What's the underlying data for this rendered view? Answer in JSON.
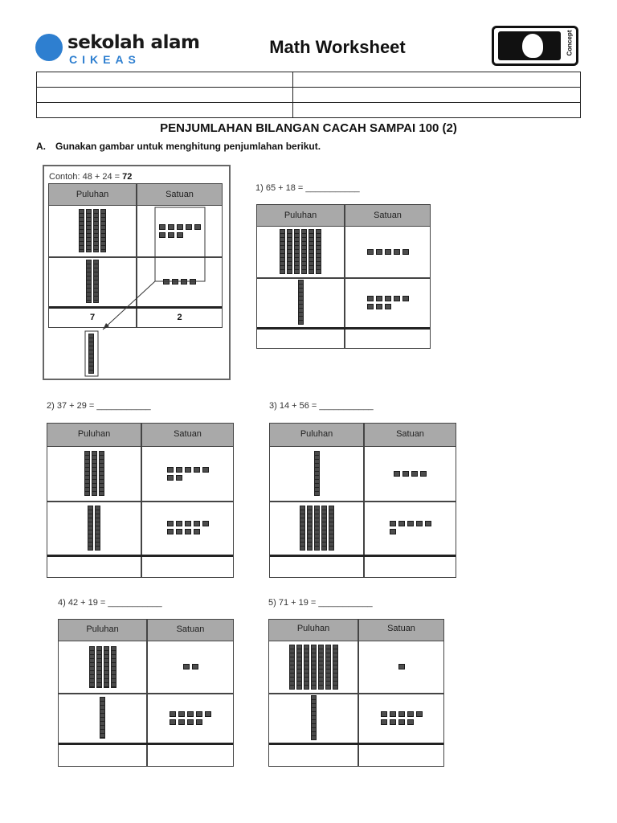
{
  "header": {
    "logo_main": "sekolah alam",
    "logo_sub": "CIKEAS",
    "title": "Math Worksheet",
    "badge_text": "Concept"
  },
  "section_title": "PENJUMLAHAN BILANGAN CACAH SAMPAI 100 (2)",
  "instruction": {
    "letter": "A.",
    "text": "Gunakan gambar untuk menghitung penjumlahan berikut."
  },
  "table_headers": {
    "tens": "Puluhan",
    "ones": "Satuan"
  },
  "example": {
    "label_prefix": "Contoh: 48 + 24 = ",
    "label_answer": "72",
    "row1_tens": 4,
    "row1_ones": 8,
    "row2_tens": 2,
    "row2_ones": 4,
    "answer_tens": "7",
    "answer_ones": "2"
  },
  "problems": [
    {
      "label": "1) 65 + 18 = ___________",
      "row1_tens": 6,
      "row1_ones": 5,
      "row2_tens": 1,
      "row2_ones": 8
    },
    {
      "label": "2) 37 + 29 = ___________",
      "row1_tens": 3,
      "row1_ones": 7,
      "row2_tens": 2,
      "row2_ones": 9
    },
    {
      "label": "3) 14 + 56 = ___________",
      "row1_tens": 1,
      "row1_ones": 4,
      "row2_tens": 5,
      "row2_ones": 6
    },
    {
      "label": "4) 42 + 19 = ___________",
      "row1_tens": 4,
      "row1_ones": 2,
      "row2_tens": 1,
      "row2_ones": 9
    },
    {
      "label": "5) 71 + 19 = ___________",
      "row1_tens": 7,
      "row1_ones": 1,
      "row2_tens": 1,
      "row2_ones": 9
    }
  ]
}
